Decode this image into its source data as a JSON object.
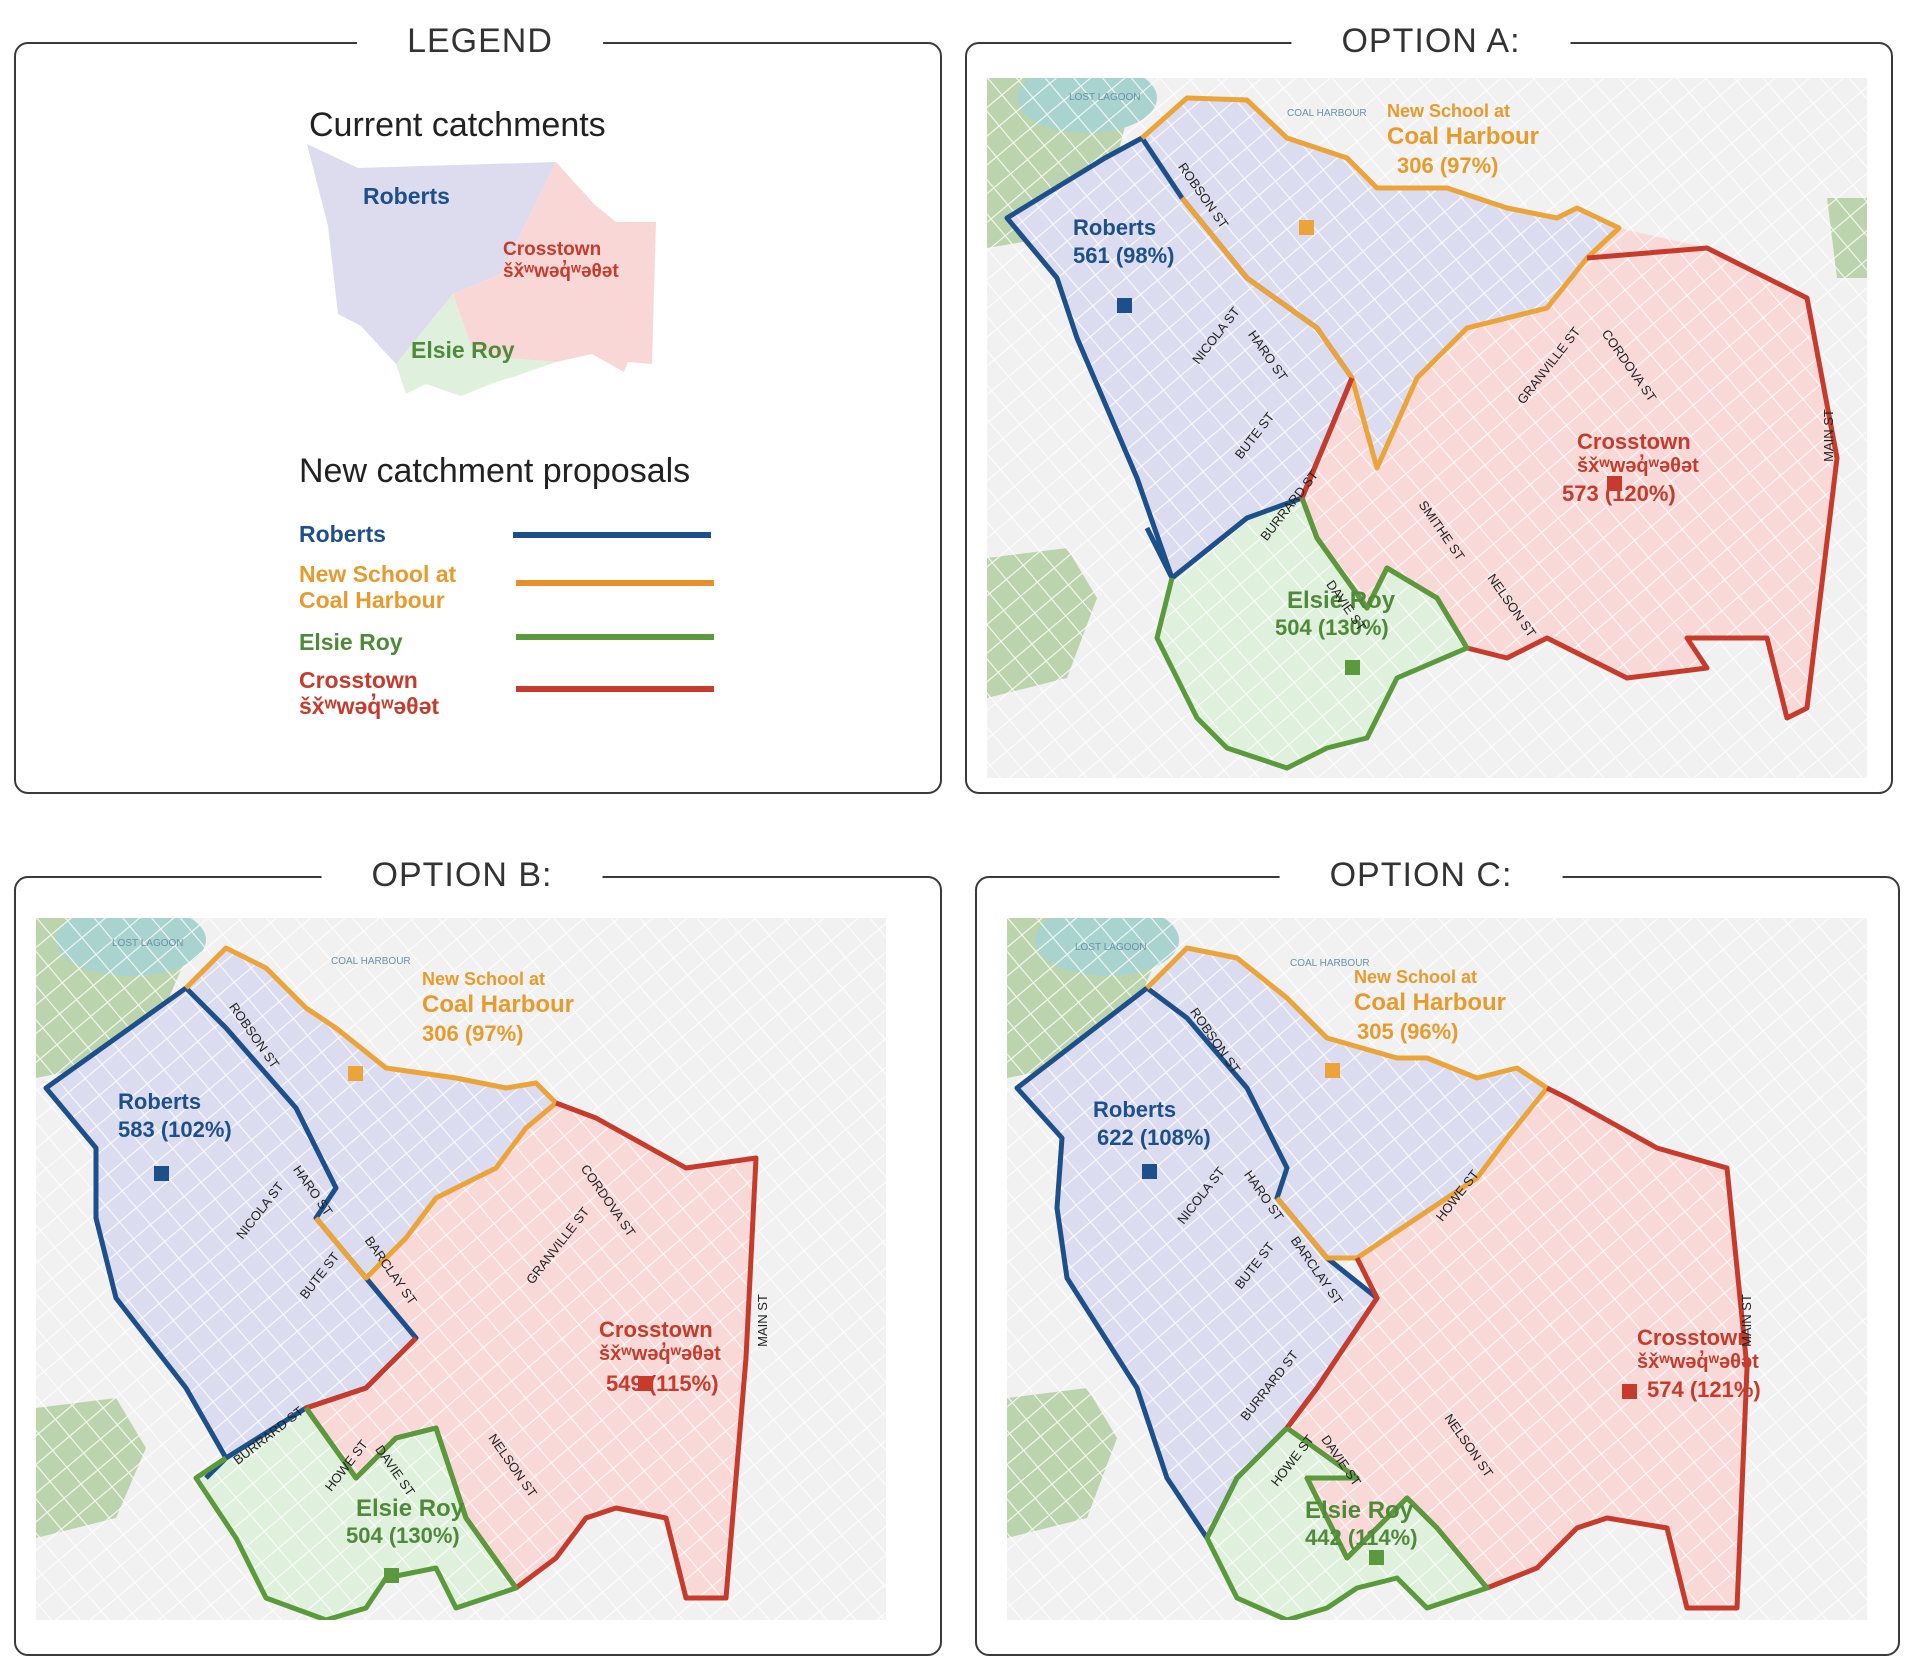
{
  "legend": {
    "title": "LEGEND",
    "current_heading": "Current catchments",
    "current": {
      "roberts": "Roberts",
      "crosstown_line1": "Crosstown",
      "crosstown_line2": "šx̌ʷwəq̓ʷəθət",
      "elsie": "Elsie Roy"
    },
    "proposals_heading": "New catchment proposals",
    "items": [
      {
        "line1": "Roberts",
        "line2": "",
        "color": "#1d4f8b"
      },
      {
        "line1": "New School at",
        "line2": "Coal Harbour",
        "color": "#e8912c"
      },
      {
        "line1": "Elsie Roy",
        "line2": "",
        "color": "#5a9a3c"
      },
      {
        "line1": "Crosstown",
        "line2": "šx̌ʷwəq̓ʷəθət",
        "color": "#c63b2c"
      }
    ]
  },
  "places": {
    "lost_lagoon": "LOST LAGOON",
    "coal_harbour": "COAL HARBOUR"
  },
  "schools": {
    "coal_line1": "New School at",
    "coal_line2": "Coal Harbour",
    "roberts": "Roberts",
    "crosstown_line1": "Crosstown",
    "crosstown_line2": "šx̌ʷwəq̓ʷəθət",
    "elsie": "Elsie Roy"
  },
  "colors": {
    "roberts": "#1d4f8b",
    "coal_harbour": "#eba43a",
    "elsie_roy": "#5a9a3c",
    "crosstown": "#c63b2c",
    "fill_blue": "#dcdcf0",
    "fill_pink": "#f9d8d8",
    "fill_green": "#dff0dc",
    "park": "#bcd4ad",
    "water": "#a8d3ce"
  },
  "options": {
    "a": {
      "title": "OPTION A:",
      "coal_value": "306 (97%)",
      "roberts_value": "561 (98%)",
      "crosstown_value": "573 (120%)",
      "elsie_value": "504 (130%)",
      "streets": [
        "ROBSON ST",
        "NICOLA ST",
        "HARO ST",
        "BUTE ST",
        "BURRARD ST",
        "GRANVILLE ST",
        "CORDOVA ST",
        "SMITHE ST",
        "DAVIE ST",
        "NELSON ST",
        "MAIN ST"
      ]
    },
    "b": {
      "title": "OPTION B:",
      "coal_value": "306 (97%)",
      "roberts_value": "583 (102%)",
      "crosstown_value": "549 (115%)",
      "elsie_value": "504 (130%)",
      "streets": [
        "ROBSON ST",
        "NICOLA ST",
        "HARO ST",
        "BUTE ST",
        "BARCLAY ST",
        "GRANVILLE ST",
        "CORDOVA ST",
        "BURRARD ST",
        "HOWE ST",
        "DAVIE ST",
        "NELSON ST",
        "MAIN ST"
      ]
    },
    "c": {
      "title": "OPTION C:",
      "coal_value": "305 (96%)",
      "roberts_value": "622 (108%)",
      "crosstown_value": "574 (121%)",
      "elsie_value": "442 (114%)",
      "streets": [
        "ROBSON ST",
        "NICOLA ST",
        "HARO ST",
        "BUTE ST",
        "BARCLAY ST",
        "HOWE ST",
        "BURRARD ST",
        "DAVIE ST",
        "NELSON ST",
        "MAIN ST"
      ]
    }
  }
}
